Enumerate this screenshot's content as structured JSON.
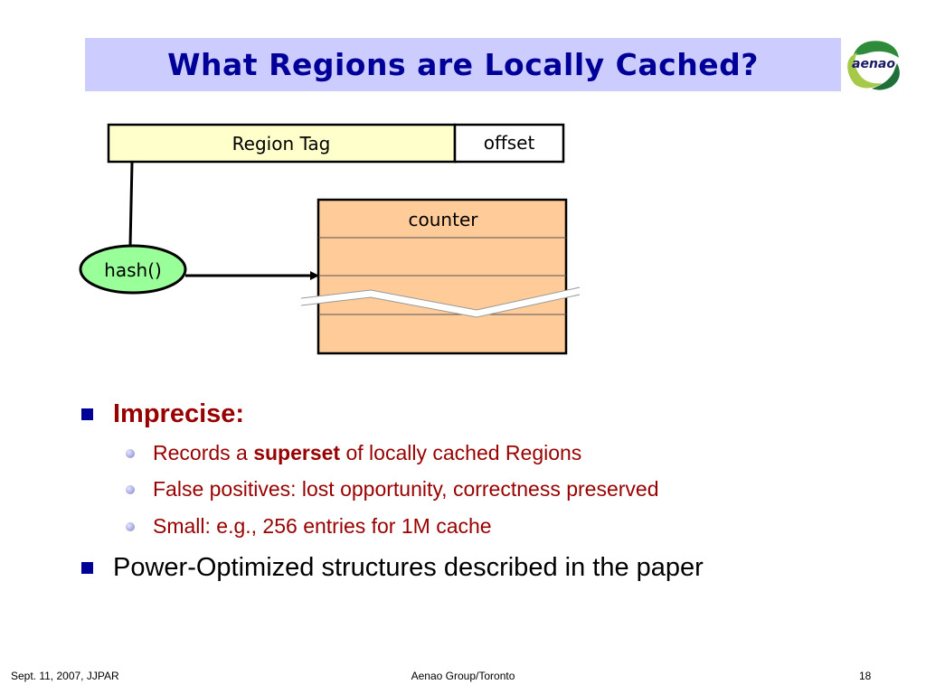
{
  "slide": {
    "title": "What Regions are Locally Cached?",
    "logo_text": "aenao"
  },
  "diagram": {
    "address_fields": [
      "Region Tag",
      "offset"
    ],
    "hash_label": "hash()",
    "table_header": "counter"
  },
  "bullets": [
    {
      "text": "Imprecise:",
      "subitems": [
        {
          "before": "Records a ",
          "emphasis": "superset",
          "after": " of locally cached Regions"
        },
        {
          "text": "False positives: lost opportunity, correctness preserved"
        },
        {
          "text": "Small: e.g., 256 entries for 1M cache"
        }
      ]
    },
    {
      "text": "Power-Optimized structures described in the paper"
    }
  ],
  "footer": {
    "left": "Sept. 11, 2007, JJPAR",
    "center": "Aenao Group/Toronto",
    "right": "18"
  },
  "colors": {
    "title_bg": "#ccccff",
    "title_text": "#000099",
    "region_tag_fill": "#ffffcc",
    "table_fill": "#ffcc99",
    "hash_fill": "#99ff99",
    "accent_red": "#990000"
  }
}
